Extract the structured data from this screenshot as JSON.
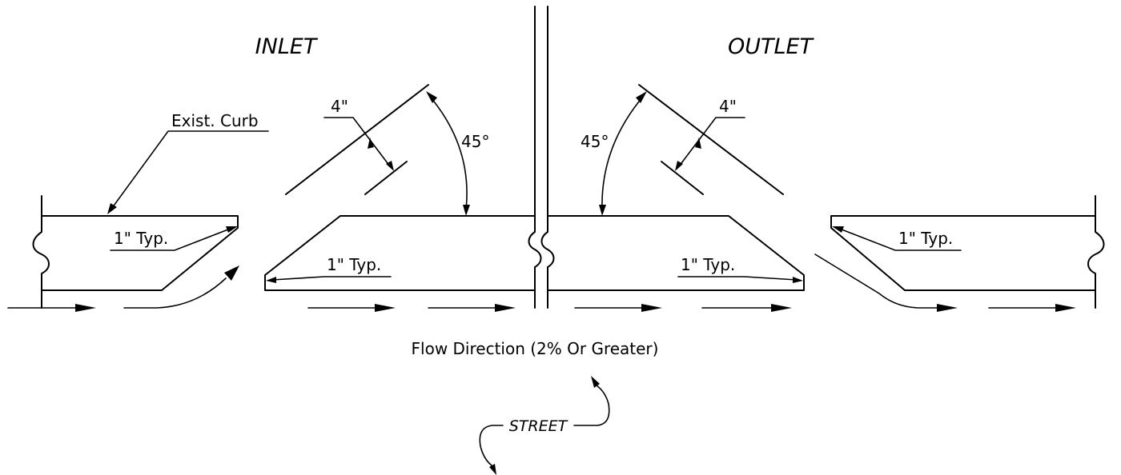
{
  "labels": {
    "inlet": "INLET",
    "outlet": "OUTLET",
    "exist_curb": "Exist. Curb",
    "inlet_offset": "4\"",
    "outlet_offset": "4\"",
    "inlet_angle": "45°",
    "outlet_angle": "45°",
    "typ_left_curb": "1\" Typ.",
    "typ_inlet_slab": "1\" Typ.",
    "typ_outlet_slab": "1\" Typ.",
    "typ_right_curb": "1\" Typ.",
    "flow_direction": "Flow Direction (2% Or Greater)",
    "street": "STREET"
  },
  "colors": {
    "ink": "#000000",
    "paper": "#ffffff"
  }
}
